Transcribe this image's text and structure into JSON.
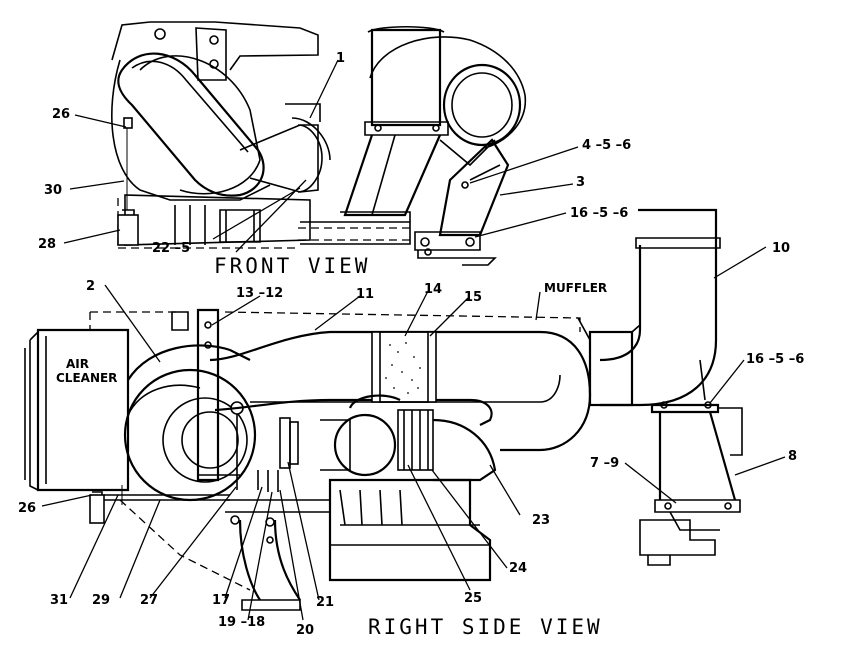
{
  "views": {
    "front": "FRONT VIEW",
    "right_side": "RIGHT SIDE VIEW"
  },
  "text_labels": {
    "air_cleaner_line1": "AIR",
    "air_cleaner_line2": "CLEANER",
    "muffler": "MUFFLER"
  },
  "callouts": {
    "c1": "1",
    "c26_front": "26",
    "c30": "30",
    "c28": "28",
    "c22_5": "22 –5",
    "c4_5_6": "4 –5 –6",
    "c3": "3",
    "c16_5_6_front": "16 –5 –6",
    "c10": "10",
    "c2": "2",
    "c13_12": "13 –12",
    "c11": "11",
    "c14": "14",
    "c15": "15",
    "c16_5_6_side": "16 –5 –6",
    "c7_9": "7 –9",
    "c8": "8",
    "c26_side": "26",
    "c23": "23",
    "c24": "24",
    "c25": "25",
    "c31": "31",
    "c29": "29",
    "c27": "27",
    "c17": "17",
    "c19_18": "19 –18",
    "c20": "20",
    "c21": "21"
  }
}
